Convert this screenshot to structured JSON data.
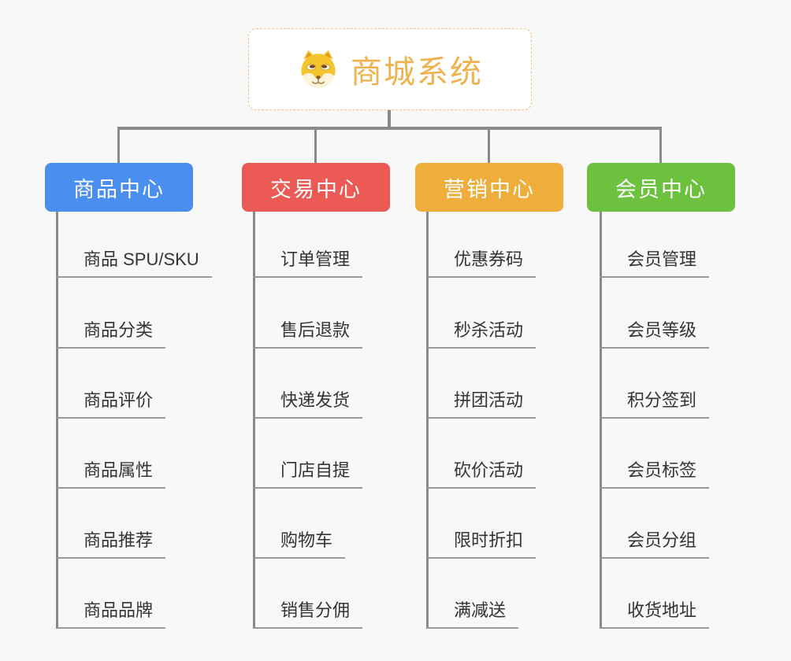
{
  "page": {
    "background_color": "#f8f8f8",
    "connector_color": "#8a8a8a",
    "leaf_underline_color": "#999999",
    "leaf_text_color": "#333333"
  },
  "root": {
    "title": "商城系统",
    "icon": "shiba-dog-icon",
    "accent_color": "#efb24e",
    "border_color": "#f2c482"
  },
  "branches": [
    {
      "label": "商品中心",
      "color": "#4a8fef",
      "children": [
        "商品 SPU/SKU",
        "商品分类",
        "商品评价",
        "商品属性",
        "商品推荐",
        "商品品牌"
      ]
    },
    {
      "label": "交易中心",
      "color": "#eb5a55",
      "children": [
        "订单管理",
        "售后退款",
        "快递发货",
        "门店自提",
        "购物车",
        "销售分佣"
      ]
    },
    {
      "label": "营销中心",
      "color": "#efae3c",
      "children": [
        "优惠券码",
        "秒杀活动",
        "拼团活动",
        "砍价活动",
        "限时折扣",
        "满减送"
      ]
    },
    {
      "label": "会员中心",
      "color": "#6cc13f",
      "children": [
        "会员管理",
        "会员等级",
        "积分签到",
        "会员标签",
        "会员分组",
        "收货地址"
      ]
    }
  ]
}
